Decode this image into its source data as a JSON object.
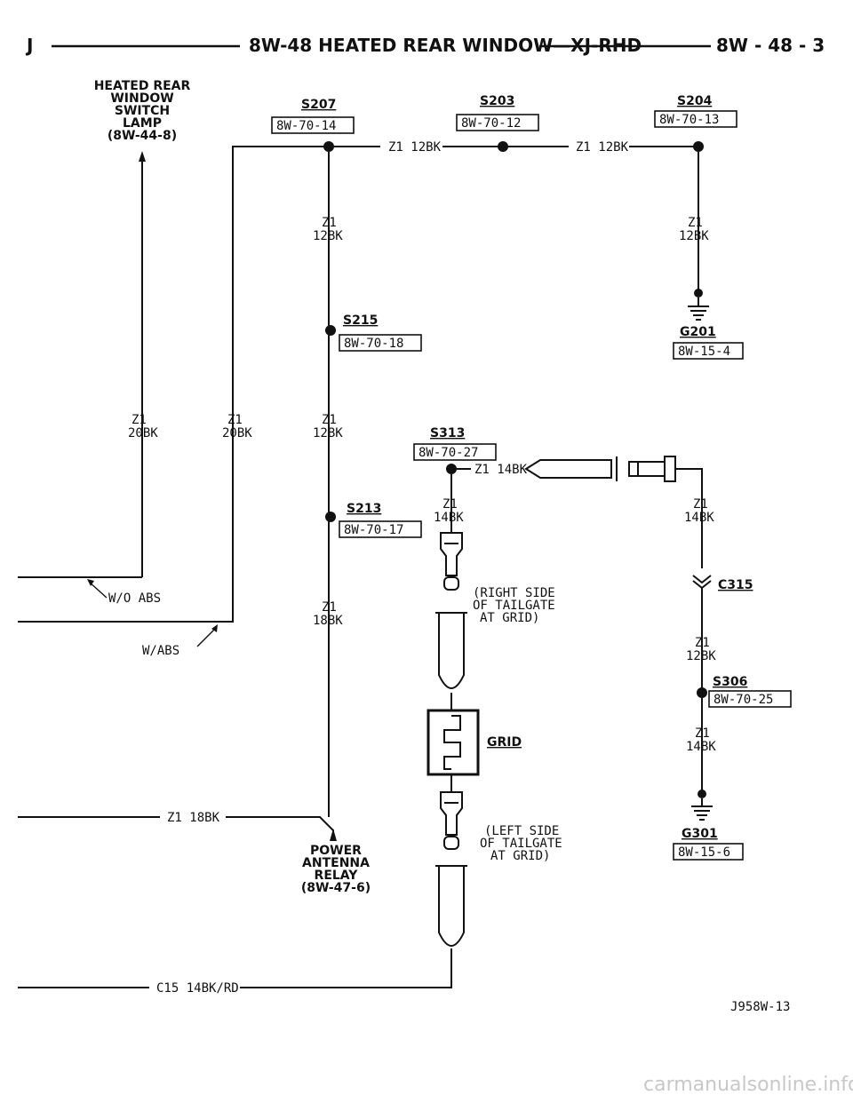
{
  "header": {
    "left": "J",
    "title": "8W-48 HEATED REAR WINDOW—XJ-RHD",
    "right": "8W - 48 - 3"
  },
  "switch_lamp": [
    "HEATED REAR",
    "WINDOW",
    "SWITCH",
    "LAMP",
    "(8W-44-8)"
  ],
  "splices": {
    "s207": {
      "name": "S207",
      "ref": "8W-70-14"
    },
    "s203": {
      "name": "S203",
      "ref": "8W-70-12"
    },
    "s204": {
      "name": "S204",
      "ref": "8W-70-13"
    },
    "s215": {
      "name": "S215",
      "ref": "8W-70-18"
    },
    "s213": {
      "name": "S213",
      "ref": "8W-70-17"
    },
    "s313": {
      "name": "S313",
      "ref": "8W-70-27"
    },
    "s306": {
      "name": "S306",
      "ref": "8W-70-25"
    }
  },
  "grounds": {
    "g201": {
      "name": "G201",
      "ref": "8W-15-4"
    },
    "g301": {
      "name": "G301",
      "ref": "8W-15-6"
    }
  },
  "wires": {
    "z1_12bk": "Z1 12BK",
    "z1": "Z1",
    "12bk": "12BK",
    "20bk": "20BK",
    "14bk": "14BK",
    "18bk": "18BK",
    "z1_14bk": "Z1 14BK",
    "z1_18bk": "Z1 18BK",
    "c15": "C15 14BK/RD"
  },
  "labels": {
    "wo_abs": "W/O ABS",
    "w_abs": "W/ABS",
    "c315": "C315",
    "grid": "GRID",
    "right_side": [
      "(RIGHT SIDE",
      "OF TAILGATE",
      "AT GRID)"
    ],
    "left_side": [
      "(LEFT SIDE",
      "OF TAILGATE",
      "AT GRID)"
    ],
    "power_antenna": [
      "POWER",
      "ANTENNA",
      "RELAY",
      "(8W-47-6)"
    ]
  },
  "figure_id": "J958W-13",
  "watermark": "carmanualsonline.info"
}
